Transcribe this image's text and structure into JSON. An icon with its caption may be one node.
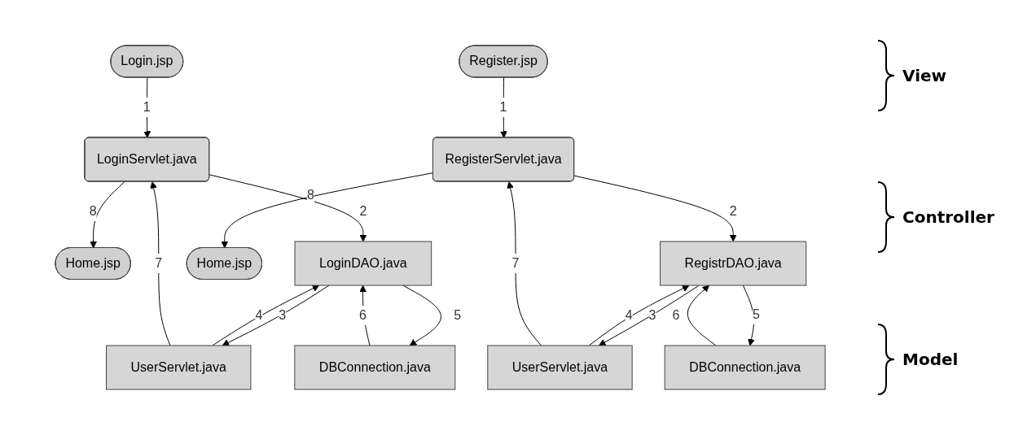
{
  "diagram": {
    "nodes": [
      {
        "text": [
          "Login.jsp"
        ]
      },
      {
        "text": [
          "Home.jsp"
        ]
      },
      {
        "text": [
          "LoginServlet.java"
        ]
      },
      {
        "text": [
          "LoginDAO.java"
        ]
      },
      {
        "text": [
          "UserServlet.java"
        ]
      },
      {
        "text": [
          "DBConnection.java"
        ]
      },
      {
        "text": [
          "Register.jsp"
        ]
      },
      {
        "text": [
          "Home.jsp"
        ]
      },
      {
        "text": [
          "RegisterServlet.java"
        ]
      },
      {
        "text": [
          "RegistrDAO.java"
        ]
      },
      {
        "text": [
          "UserServlet.java"
        ]
      },
      {
        "text": [
          "DBConnection.java"
        ]
      }
    ],
    "edges": [
      {
        "from": 0,
        "to": 2,
        "arrow": "to",
        "label": "1"
      },
      {
        "from": 2,
        "to": 3,
        "arrow": "to",
        "label": "2"
      },
      {
        "from": 3,
        "to": 4,
        "arrow": "to",
        "label": "3"
      },
      {
        "from": 4,
        "to": 3,
        "arrow": "to",
        "label": "4"
      },
      {
        "from": 3,
        "to": 5,
        "arrow": "to",
        "label": "5"
      },
      {
        "from": 5,
        "to": 3,
        "arrow": "to",
        "label": "6"
      },
      {
        "from": 4,
        "to": 2,
        "arrow": "to",
        "label": "7"
      },
      {
        "from": 2,
        "to": 1,
        "arrow": "to",
        "label": "8"
      },
      {
        "from": 6,
        "to": 8,
        "arrow": "to",
        "label": "1"
      },
      {
        "from": 8,
        "to": 9,
        "arrow": "to",
        "label": "2"
      },
      {
        "from": 9,
        "to": 10,
        "arrow": "to",
        "label": "3"
      },
      {
        "from": 10,
        "to": 9,
        "arrow": "to",
        "label": "4"
      },
      {
        "from": 9,
        "to": 11,
        "arrow": "to",
        "label": "5"
      },
      {
        "from": 11,
        "to": 9,
        "arrow": "to",
        "label": "6"
      },
      {
        "from": 10,
        "to": 8,
        "arrow": "to",
        "label": "7"
      },
      {
        "from": 8,
        "to": 7,
        "arrow": "to",
        "label": "8"
      }
    ],
    "labels": [
      "View",
      "Controller",
      "Model"
    ]
  }
}
